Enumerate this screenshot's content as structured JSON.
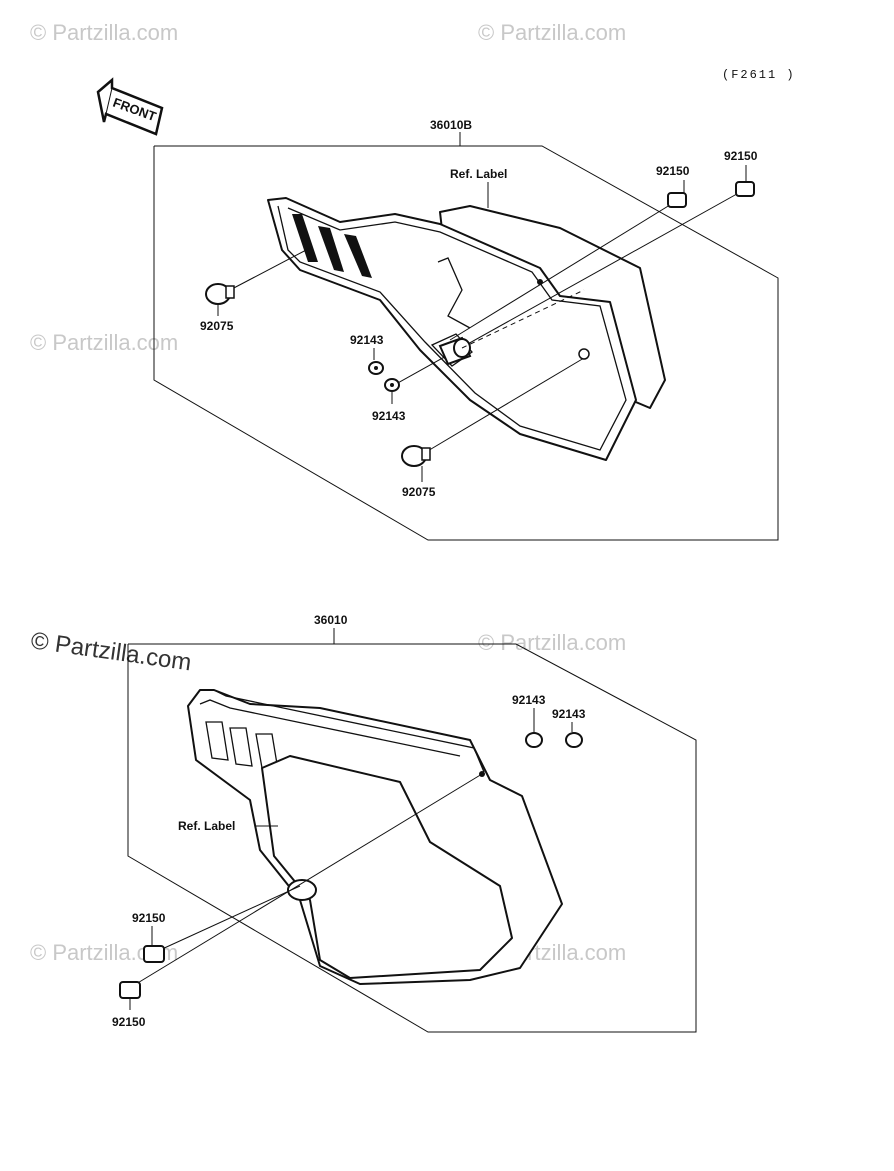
{
  "diagram_code": "(F2611 )",
  "front_arrow_label": "FRONT",
  "watermark": "© Partzilla.com",
  "assembly_top": {
    "part_number": "36010B",
    "ref_label": "Ref. Label",
    "callouts": {
      "screw_inner": "92150",
      "screw_outer": "92150",
      "grommet_upper": "92075",
      "grommet_lower": "92075",
      "collar_upper": "92143",
      "collar_lower": "92143"
    }
  },
  "assembly_bottom": {
    "part_number": "36010",
    "ref_label": "Ref. Label",
    "callouts": {
      "collar_left": "92143",
      "collar_right": "92143",
      "screw_upper": "92150",
      "screw_lower": "92150"
    }
  }
}
